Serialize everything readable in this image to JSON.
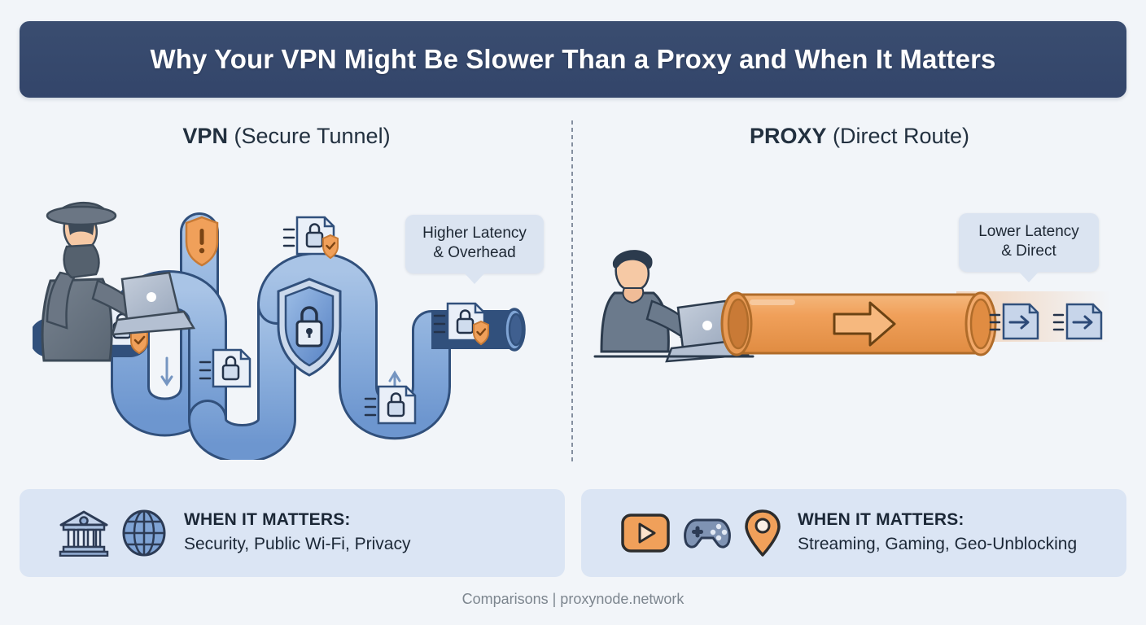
{
  "header": {
    "title": "Why Your VPN Might Be Slower Than a Proxy and When It Matters",
    "bg_color": "#33456a",
    "text_color": "#ffffff"
  },
  "page": {
    "background_color": "#f2f5f9",
    "accent_blue": "#5b87c7",
    "accent_orange": "#f0a05a",
    "ink": "#22303f"
  },
  "columns": {
    "left": {
      "title_bold": "VPN",
      "title_rest": "(Secure Tunnel)",
      "callout": "Higher Latency\n& Overhead",
      "callout_line1": "Higher Latency",
      "callout_line2": "& Overhead",
      "illustration": "spy-at-laptop-with-winding-encrypted-tunnel"
    },
    "right": {
      "title_bold": "PROXY",
      "title_rest": "(Direct Route)",
      "callout_line1": "Lower Latency",
      "callout_line2": "& Direct",
      "illustration": "person-at-laptop-with-straight-orange-pipe"
    }
  },
  "panels": {
    "left": {
      "label": "WHEN IT MATTERS:",
      "description": "Security, Public Wi-Fi, Privacy",
      "icons": [
        "bank-icon",
        "globe-icon"
      ],
      "bg_color": "#dbe5f4"
    },
    "right": {
      "label": "WHEN IT MATTERS:",
      "description": "Streaming, Gaming, Geo-Unblocking",
      "icons": [
        "play-button-icon",
        "gamepad-icon",
        "map-pin-icon"
      ],
      "bg_color": "#dbe5f4"
    }
  },
  "footer": {
    "text": "Comparisons | proxynode.network"
  }
}
